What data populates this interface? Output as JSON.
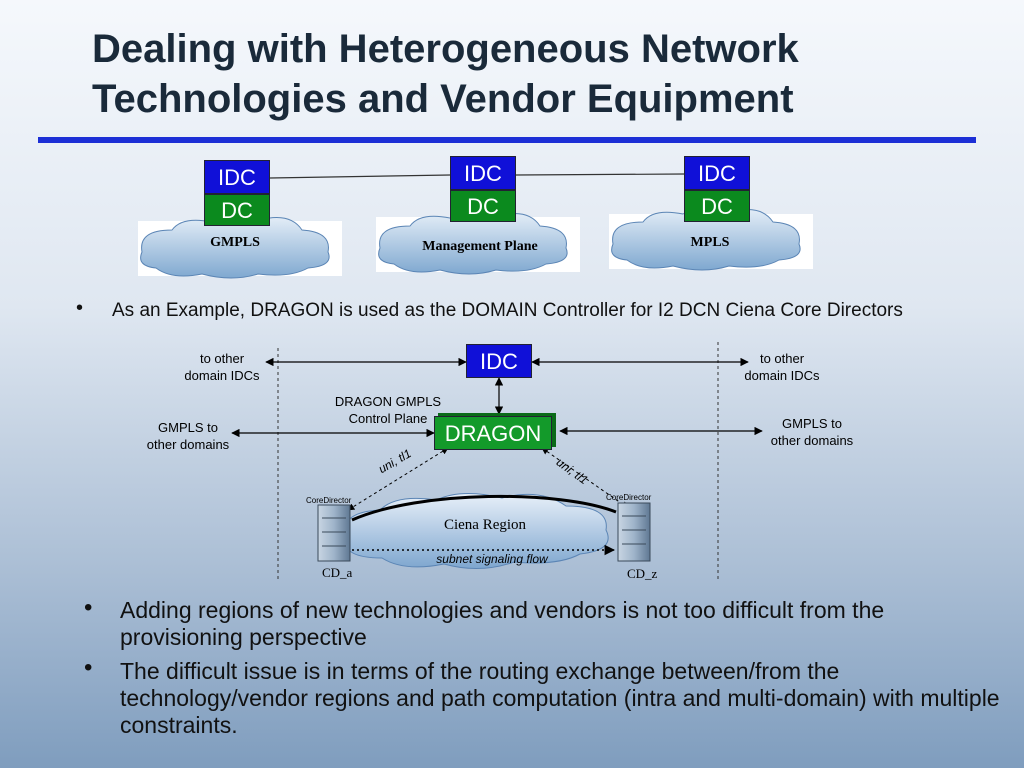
{
  "slide": {
    "title_line1": "Dealing with Heterogeneous Network",
    "title_line2": "Technologies and Vendor Equipment"
  },
  "top_diagram": {
    "domains": [
      {
        "idc": "IDC",
        "dc": "DC",
        "cloud": "GMPLS"
      },
      {
        "idc": "IDC",
        "dc": "DC",
        "cloud": "Management Plane"
      },
      {
        "idc": "IDC",
        "dc": "DC",
        "cloud": "MPLS"
      }
    ]
  },
  "bullet1": "As an Example, DRAGON is used as the DOMAIN Controller for I2 DCN Ciena Core Directors",
  "dragon_diagram": {
    "idc": "IDC",
    "dragon": "DRAGON",
    "left_idc_label_1": "to other",
    "left_idc_label_2": "domain IDCs",
    "right_idc_label_1": "to other",
    "right_idc_label_2": "domain IDCs",
    "control_plane_1": "DRAGON GMPLS",
    "control_plane_2": "Control Plane",
    "left_gmpls_1": "GMPLS to",
    "left_gmpls_2": "other domains",
    "right_gmpls_1": "GMPLS to",
    "right_gmpls_2": "other domains",
    "uni_left": "uni, tl1",
    "uni_right": "uni, tl1",
    "cd_left_label": "CoreDirector",
    "cd_right_label": "CoreDirector",
    "region": "Ciena Region",
    "flow": "subnet signaling flow",
    "cd_a": "CD_a",
    "cd_z": "CD_z"
  },
  "bullets_bottom": [
    "Adding regions of new technologies and vendors is not too difficult from the provisioning perspective",
    "The difficult issue is in terms of the routing exchange between/from the technology/vendor regions and path computation (intra and multi-domain) with multiple constraints."
  ],
  "colors": {
    "idc": "#1010d8",
    "dc": "#0b8a1e",
    "rule": "#1c2fd6"
  }
}
